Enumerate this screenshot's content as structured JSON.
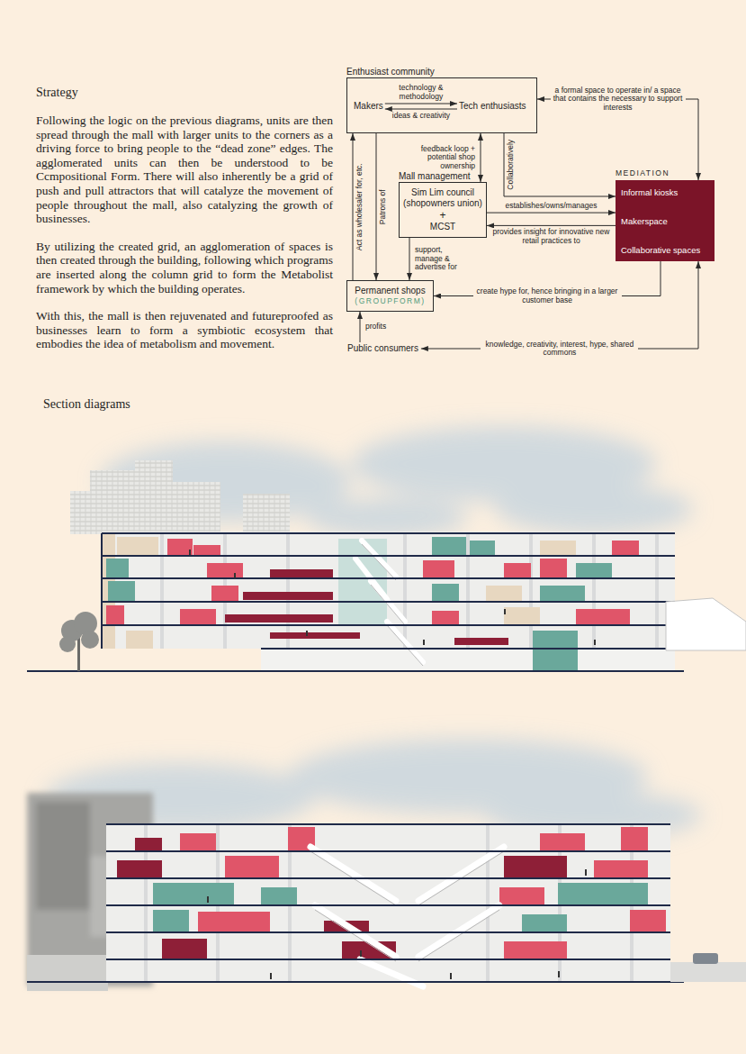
{
  "diagram": {
    "nodes": [
      {
        "text": [
          "Enthusiast community"
        ]
      },
      {
        "text": [
          "Makers"
        ],
        "in": 0
      },
      {
        "text": [
          "Tech enthusiasts"
        ],
        "in": 0
      },
      {
        "text": [
          "Mall management",
          "Sim Lim council (shopowners union)",
          "+",
          "MCST"
        ]
      },
      {
        "text": [
          "MEDIATION",
          "Informal kiosks",
          "Makerspace",
          "Collaborative spaces"
        ]
      },
      {
        "text": [
          "Permanent shops",
          "(GROUPFORM)"
        ]
      },
      {
        "text": [
          "Public consumers"
        ]
      }
    ],
    "edges": [
      {
        "from": 1,
        "to": 2,
        "arrow": "to",
        "label": "technology & methodology"
      },
      {
        "from": 2,
        "to": 1,
        "arrow": "to",
        "label": "ideas & creativity"
      },
      {
        "from": 0,
        "to": 4,
        "arrow": "both",
        "label": "a formal space to operate in/ a space that contains the necessary to support interests"
      },
      {
        "from": 3,
        "to": 0,
        "arrow": "both",
        "label": "feedback loop + potential shop ownership"
      },
      {
        "from": 0,
        "to": 4,
        "arrow": "to",
        "label": "Collaboratively"
      },
      {
        "from": 3,
        "to": 4,
        "arrow": "to",
        "label": "establishes/owns/manages"
      },
      {
        "from": 4,
        "to": 3,
        "arrow": "to",
        "label": "provides insight for innovative new retail practices to"
      },
      {
        "from": 3,
        "to": 5,
        "arrow": "to",
        "label": "support, manage & advertise for"
      },
      {
        "from": 4,
        "to": 5,
        "arrow": "to",
        "label": "create hype for, hence bringing in a larger customer base"
      },
      {
        "from": 4,
        "to": 6,
        "arrow": "both",
        "label": "knowledge, creativity, interest, hype, shared commons"
      },
      {
        "from": 5,
        "to": 0,
        "arrow": "to",
        "label": "Act as wholesaler for, etc."
      },
      {
        "from": 0,
        "to": 5,
        "arrow": "to",
        "label": "Patrons of"
      },
      {
        "from": 6,
        "to": 5,
        "arrow": "to",
        "label": "profits"
      }
    ],
    "labels": [
      "Strategy",
      "Following the logic on the previous diagrams, units are then spread through the mall with larger units to the corners as a driving force to bring people to the “dead zone” edges. The agglomerated units can then be understood to be Ccmpositional Form. There will also inherently be a grid of push and pull attractors that will catalyze the movement of people throughout the mall, also catalyzing the growth of businesses.",
      "By utilizing the created grid, an agglomeration of spaces is then created through the building, following which programs are inserted along the column grid to form the Metabolist framework by which the building operates.",
      "With this, the mall is then rejuvenated and futureproofed as businesses learn to form a symbiotic ecosystem that embodies the idea of metabolism and movement.",
      "Section diagrams"
    ]
  }
}
